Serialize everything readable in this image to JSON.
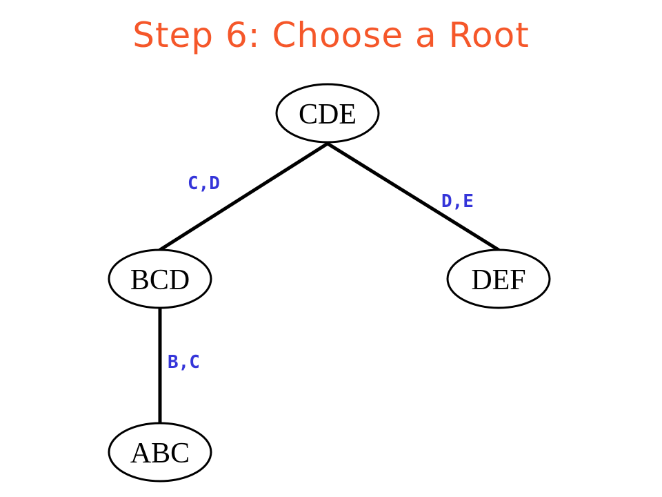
{
  "title": "Step 6: Choose a Root",
  "colors": {
    "title": "#f5572a",
    "edge_label": "#3535d9",
    "stroke": "#000000",
    "node_fill": "#ffffff",
    "text": "#000000"
  },
  "nodes": {
    "cde": "CDE",
    "bcd": "BCD",
    "def": "DEF",
    "abc": "ABC"
  },
  "edges": {
    "cde_bcd": "C,D",
    "cde_def": "D,E",
    "bcd_abc": "B,C"
  }
}
